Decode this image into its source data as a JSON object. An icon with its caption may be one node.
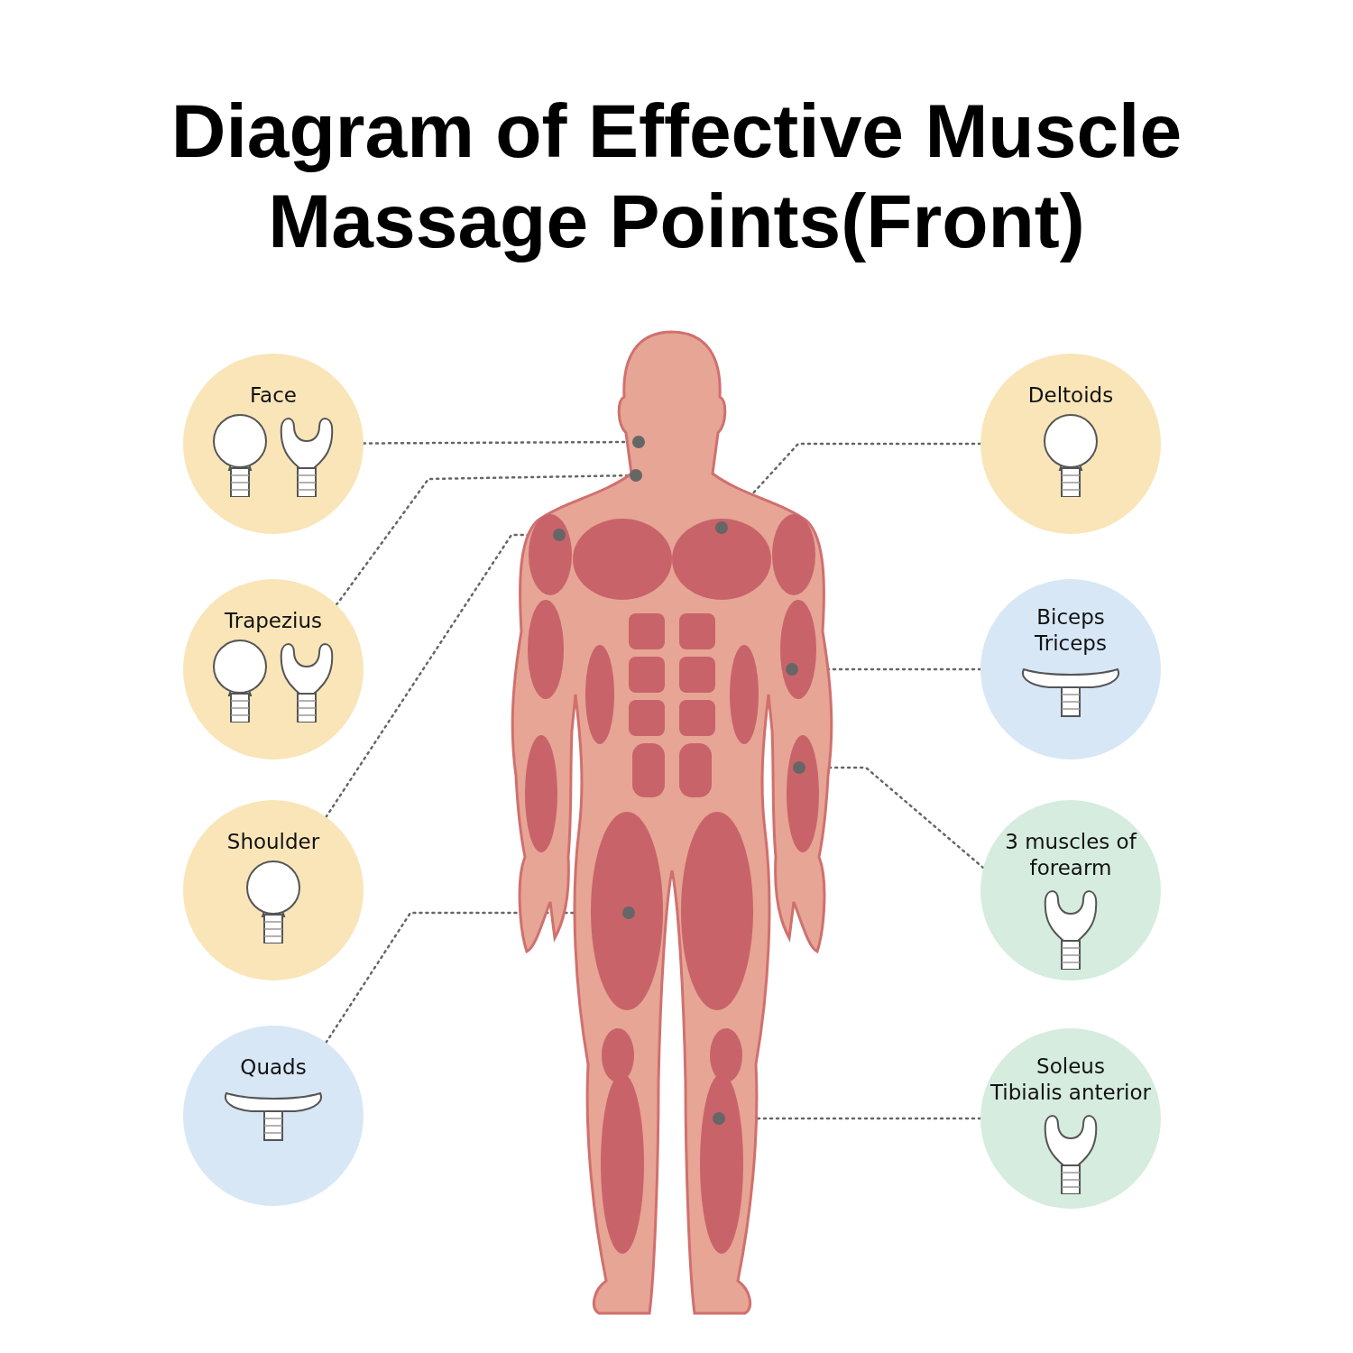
{
  "diagram": {
    "title": "Diagram of Effective Muscle Massage Points(Front)",
    "nodes": [
      {
        "text": [
          "Face"
        ]
      },
      {
        "text": [
          "Trapezius"
        ]
      },
      {
        "text": [
          "Shoulder"
        ]
      },
      {
        "text": [
          "Quads"
        ]
      },
      {
        "text": [
          "Deltoids"
        ]
      },
      {
        "text": [
          "Biceps",
          "Triceps"
        ]
      },
      {
        "text": [
          "3 muscles of forearm"
        ]
      },
      {
        "text": [
          "Soleus",
          "Tibialis anterior"
        ]
      },
      {
        "text": [],
        "shape": "circle"
      },
      {
        "text": [],
        "shape": "circle"
      },
      {
        "text": [],
        "shape": "circle"
      },
      {
        "text": [],
        "shape": "circle"
      },
      {
        "text": [],
        "shape": "circle"
      },
      {
        "text": [],
        "shape": "circle"
      },
      {
        "text": [],
        "shape": "circle"
      },
      {
        "text": [],
        "shape": "circle"
      }
    ],
    "edges": [
      {
        "from": 0,
        "to": 8,
        "arrow": "none",
        "style": "dashed"
      },
      {
        "from": 1,
        "to": 9,
        "arrow": "none",
        "style": "dashed"
      },
      {
        "from": 2,
        "to": 11,
        "arrow": "none",
        "style": "dashed"
      },
      {
        "from": 3,
        "to": 14,
        "arrow": "none",
        "style": "dashed"
      },
      {
        "from": 4,
        "to": 10,
        "arrow": "none",
        "style": "dashed"
      },
      {
        "from": 5,
        "to": 12,
        "arrow": "none",
        "style": "dashed"
      },
      {
        "from": 6,
        "to": 13,
        "arrow": "none",
        "style": "dashed"
      },
      {
        "from": 7,
        "to": 15,
        "arrow": "none",
        "style": "dashed"
      }
    ]
  }
}
